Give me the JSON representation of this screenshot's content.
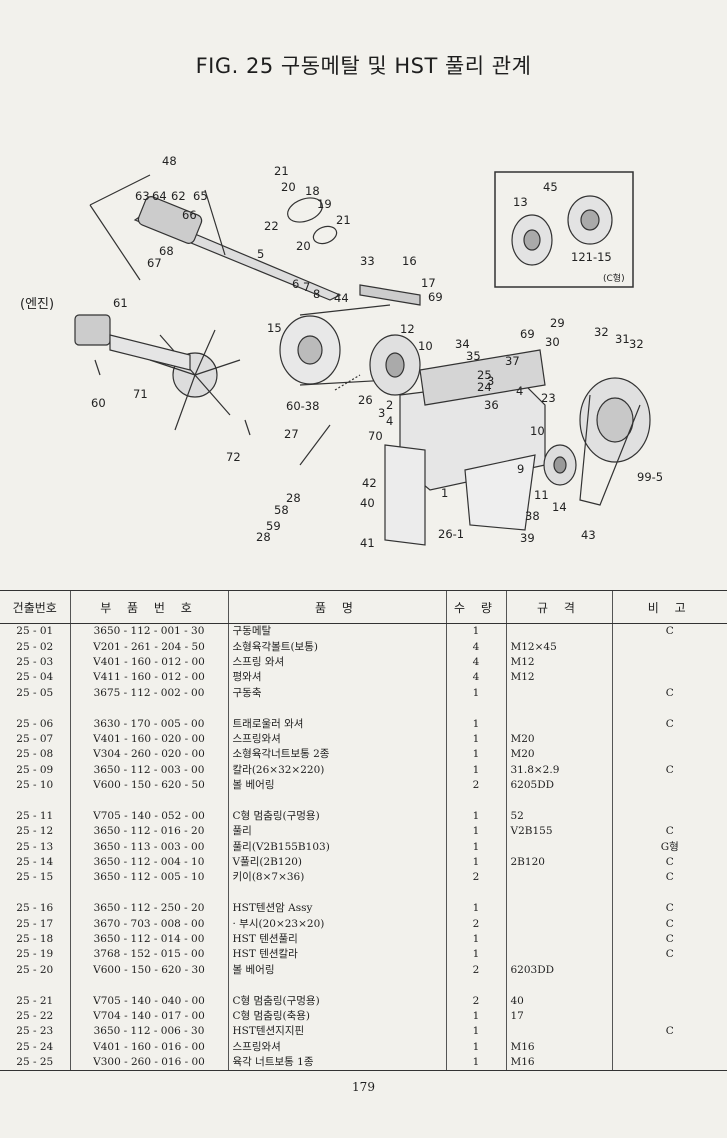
{
  "title": "FIG. 25 구동메탈 및 HST 풀리 관계",
  "diagram": {
    "engine_label": "(엔진)",
    "inset_note": "(C형)",
    "callouts": [
      "48",
      "63",
      "64",
      "62",
      "65",
      "66",
      "67",
      "68",
      "21",
      "20",
      "18",
      "19",
      "22",
      "21",
      "20",
      "5",
      "6",
      "7",
      "8",
      "33",
      "16",
      "17",
      "69",
      "61",
      "15",
      "44",
      "12",
      "60",
      "71",
      "60-38",
      "10",
      "34",
      "35",
      "25",
      "24",
      "26",
      "2",
      "3",
      "4",
      "13",
      "45",
      "121-15",
      "29",
      "30",
      "32",
      "31",
      "32",
      "69",
      "37",
      "3",
      "4",
      "36",
      "23",
      "10",
      "27",
      "70",
      "9",
      "72",
      "28",
      "58",
      "59",
      "28",
      "1",
      "42",
      "40",
      "11",
      "14",
      "99-5",
      "38",
      "26-1",
      "41",
      "39",
      "43"
    ]
  },
  "table": {
    "headers": [
      "건출번호",
      "부 품 번 호",
      "품 명",
      "수 량",
      "규 격",
      "비 고"
    ],
    "rows": [
      {
        "no": "25 - 01",
        "pn": "3650 - 112 - 001 - 30",
        "name": "구동메탈",
        "qty": "1",
        "spec": "",
        "rem": "C"
      },
      {
        "no": "25 - 02",
        "pn": "V201 - 261 - 204 - 50",
        "name": "소형육각볼트(보통)",
        "qty": "4",
        "spec": "M12×45",
        "rem": ""
      },
      {
        "no": "25 - 03",
        "pn": "V401 - 160 - 012 - 00",
        "name": "스프링 와셔",
        "qty": "4",
        "spec": "M12",
        "rem": ""
      },
      {
        "no": "25 - 04",
        "pn": "V411 - 160 - 012 - 00",
        "name": "평와셔",
        "qty": "4",
        "spec": "M12",
        "rem": ""
      },
      {
        "no": "25 - 05",
        "pn": "3675 - 112 - 002 - 00",
        "name": "구동축",
        "qty": "1",
        "spec": "",
        "rem": "C"
      },
      {
        "no": "",
        "pn": "",
        "name": "",
        "qty": "",
        "spec": "",
        "rem": ""
      },
      {
        "no": "25 - 06",
        "pn": "3630 - 170 - 005 - 00",
        "name": "트래로울러 와셔",
        "qty": "1",
        "spec": "",
        "rem": "C"
      },
      {
        "no": "25 - 07",
        "pn": "V401 - 160 - 020 - 00",
        "name": "스프링와셔",
        "qty": "1",
        "spec": "M20",
        "rem": ""
      },
      {
        "no": "25 - 08",
        "pn": "V304 - 260 - 020 - 00",
        "name": "소형육각너트보통 2종",
        "qty": "1",
        "spec": "M20",
        "rem": ""
      },
      {
        "no": "25 - 09",
        "pn": "3650 - 112 - 003 - 00",
        "name": "칼라(26×32×220)",
        "qty": "1",
        "spec": "31.8×2.9",
        "rem": "C"
      },
      {
        "no": "25 - 10",
        "pn": "V600 - 150 - 620 - 50",
        "name": "볼 베어링",
        "qty": "2",
        "spec": "6205DD",
        "rem": ""
      },
      {
        "no": "",
        "pn": "",
        "name": "",
        "qty": "",
        "spec": "",
        "rem": ""
      },
      {
        "no": "25 - 11",
        "pn": "V705 - 140 - 052 - 00",
        "name": "C형 멈춤링(구멍용)",
        "qty": "1",
        "spec": "52",
        "rem": ""
      },
      {
        "no": "25 - 12",
        "pn": "3650 - 112 - 016 - 20",
        "name": "풀리",
        "qty": "1",
        "spec": "V2B155",
        "rem": "C"
      },
      {
        "no": "25 - 13",
        "pn": "3650 - 113 - 003 - 00",
        "name": "풀리(V2B155B103)",
        "qty": "1",
        "spec": "",
        "rem": "G형"
      },
      {
        "no": "25 - 14",
        "pn": "3650 - 112 - 004 - 10",
        "name": "V풀리(2B120)",
        "qty": "1",
        "spec": "2B120",
        "rem": "C"
      },
      {
        "no": "25 - 15",
        "pn": "3650 - 112 - 005 - 10",
        "name": "키이(8×7×36)",
        "qty": "2",
        "spec": "",
        "rem": "C"
      },
      {
        "no": "",
        "pn": "",
        "name": "",
        "qty": "",
        "spec": "",
        "rem": ""
      },
      {
        "no": "25 - 16",
        "pn": "3650 - 112 - 250 - 20",
        "name": "HST텐션암 Assy",
        "qty": "1",
        "spec": "",
        "rem": "C"
      },
      {
        "no": "25 - 17",
        "pn": "3670 - 703 - 008 - 00",
        "name": "· 부시(20×23×20)",
        "qty": "2",
        "spec": "",
        "rem": "C"
      },
      {
        "no": "25 - 18",
        "pn": "3650 - 112 - 014 - 00",
        "name": "HST 텐션풀리",
        "qty": "1",
        "spec": "",
        "rem": "C"
      },
      {
        "no": "25 - 19",
        "pn": "3768 - 152 - 015 - 00",
        "name": "HST 텐션칼라",
        "qty": "1",
        "spec": "",
        "rem": "C"
      },
      {
        "no": "25 - 20",
        "pn": "V600 - 150 - 620 - 30",
        "name": "볼 베어링",
        "qty": "2",
        "spec": "6203DD",
        "rem": ""
      },
      {
        "no": "",
        "pn": "",
        "name": "",
        "qty": "",
        "spec": "",
        "rem": ""
      },
      {
        "no": "25 - 21",
        "pn": "V705 - 140 - 040 - 00",
        "name": "C형 멈춤링(구멍용)",
        "qty": "2",
        "spec": "40",
        "rem": ""
      },
      {
        "no": "25 - 22",
        "pn": "V704 - 140 - 017 - 00",
        "name": "C형 멈춤링(축용)",
        "qty": "1",
        "spec": "17",
        "rem": ""
      },
      {
        "no": "25 - 23",
        "pn": "3650 - 112 - 006 - 30",
        "name": "HST텐션지지핀",
        "qty": "1",
        "spec": "",
        "rem": "C"
      },
      {
        "no": "25 - 24",
        "pn": "V401 - 160 - 016 - 00",
        "name": "스프링와셔",
        "qty": "1",
        "spec": "M16",
        "rem": ""
      },
      {
        "no": "25 - 25",
        "pn": "V300 - 260 - 016 - 00",
        "name": "육각 너트보통 1종",
        "qty": "1",
        "spec": "M16",
        "rem": ""
      }
    ]
  },
  "page_number": "179"
}
